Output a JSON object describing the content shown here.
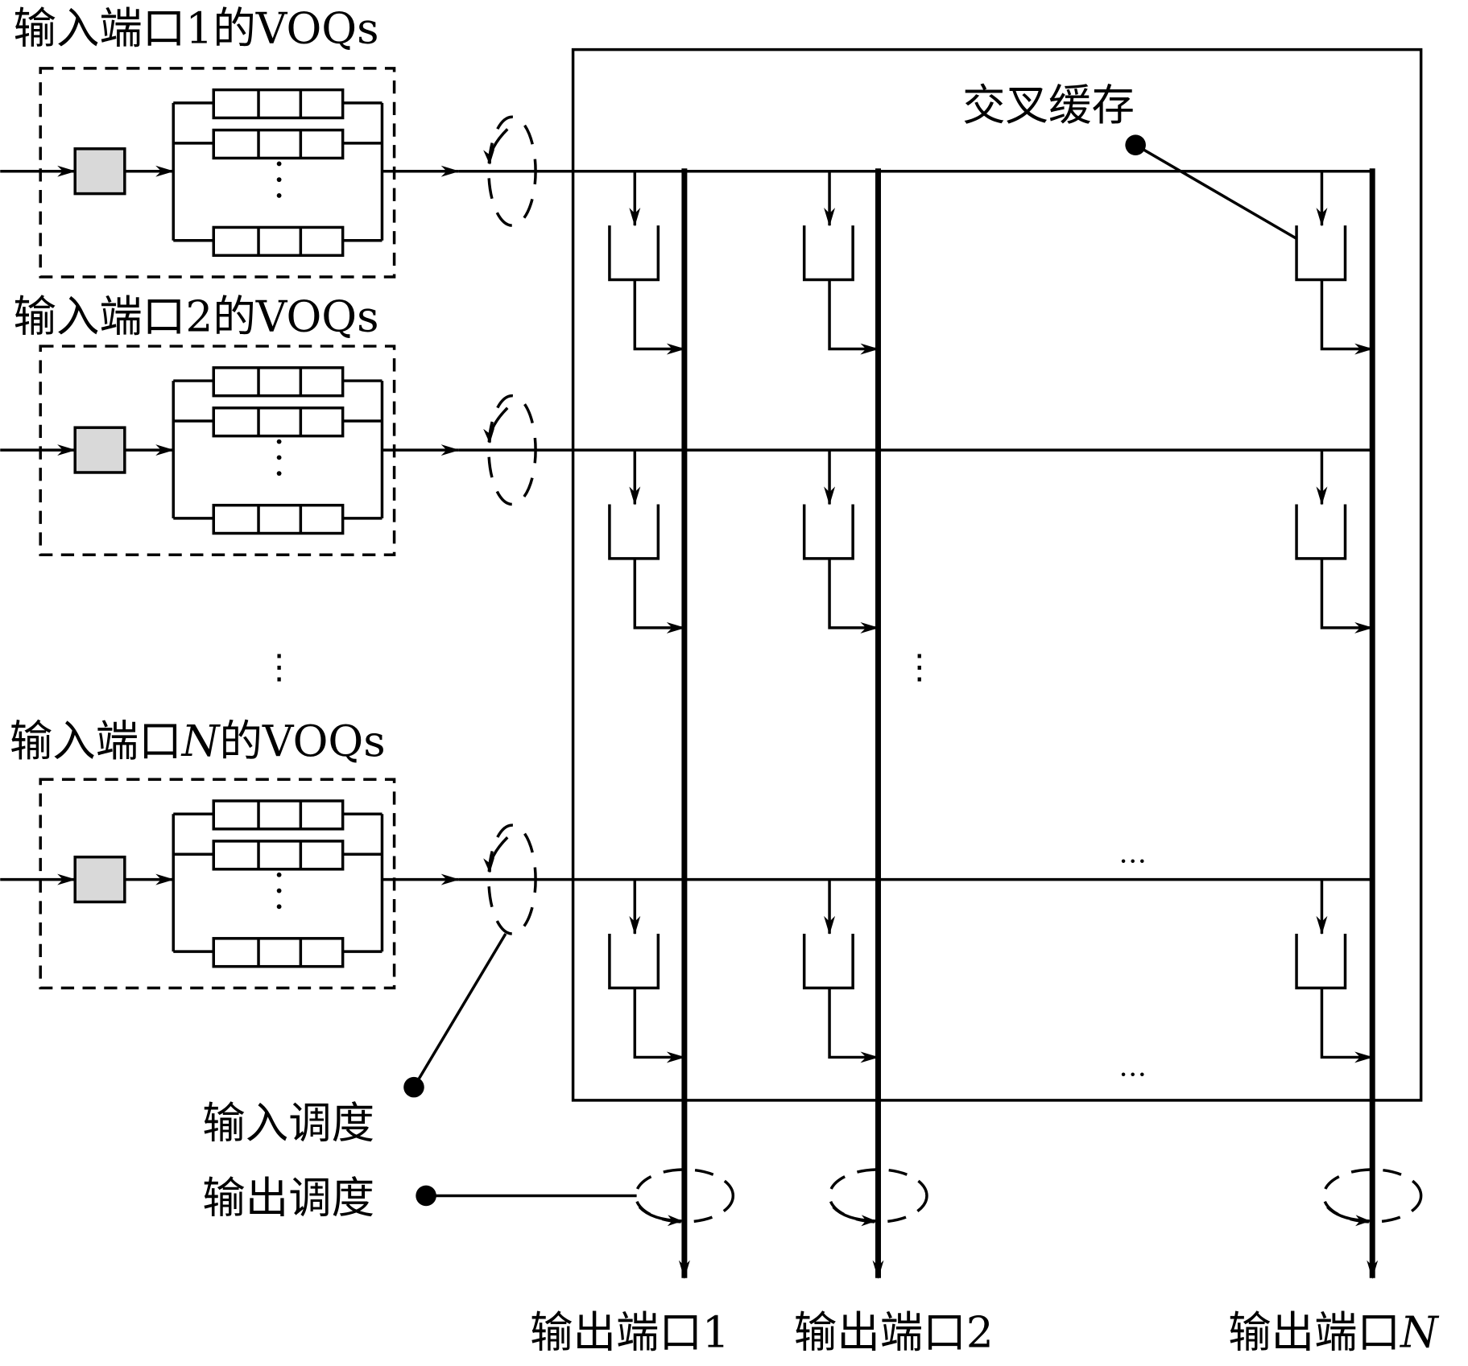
{
  "diagram": {
    "title": "Buffered crossbar switch with VOQs",
    "input_groups": [
      {
        "label_prefix": "输入端口",
        "port": "1",
        "label_suffix": "的VOQs",
        "port_italic": false
      },
      {
        "label_prefix": "输入端口",
        "port": "2",
        "label_suffix": "的VOQs",
        "port_italic": false
      },
      {
        "label_prefix": "输入端口",
        "port": "N",
        "label_suffix": "的VOQs",
        "port_italic": true
      }
    ],
    "crosspoint_buffer_label": "交叉缓存",
    "input_scheduling_label": "输入调度",
    "output_scheduling_label": "输出调度",
    "outputs": [
      {
        "label_prefix": "输出端口",
        "port": "1",
        "port_italic": false
      },
      {
        "label_prefix": "输出端口",
        "port": "2",
        "port_italic": false
      },
      {
        "label_prefix": "输出端口",
        "port": "N",
        "port_italic": true
      }
    ],
    "ellipsis_vertical": "⋮",
    "ellipsis_horizontal": "…",
    "colors": {
      "line": "#000000",
      "classifier_fill": "#d9d9d9",
      "background": "#ffffff"
    }
  }
}
